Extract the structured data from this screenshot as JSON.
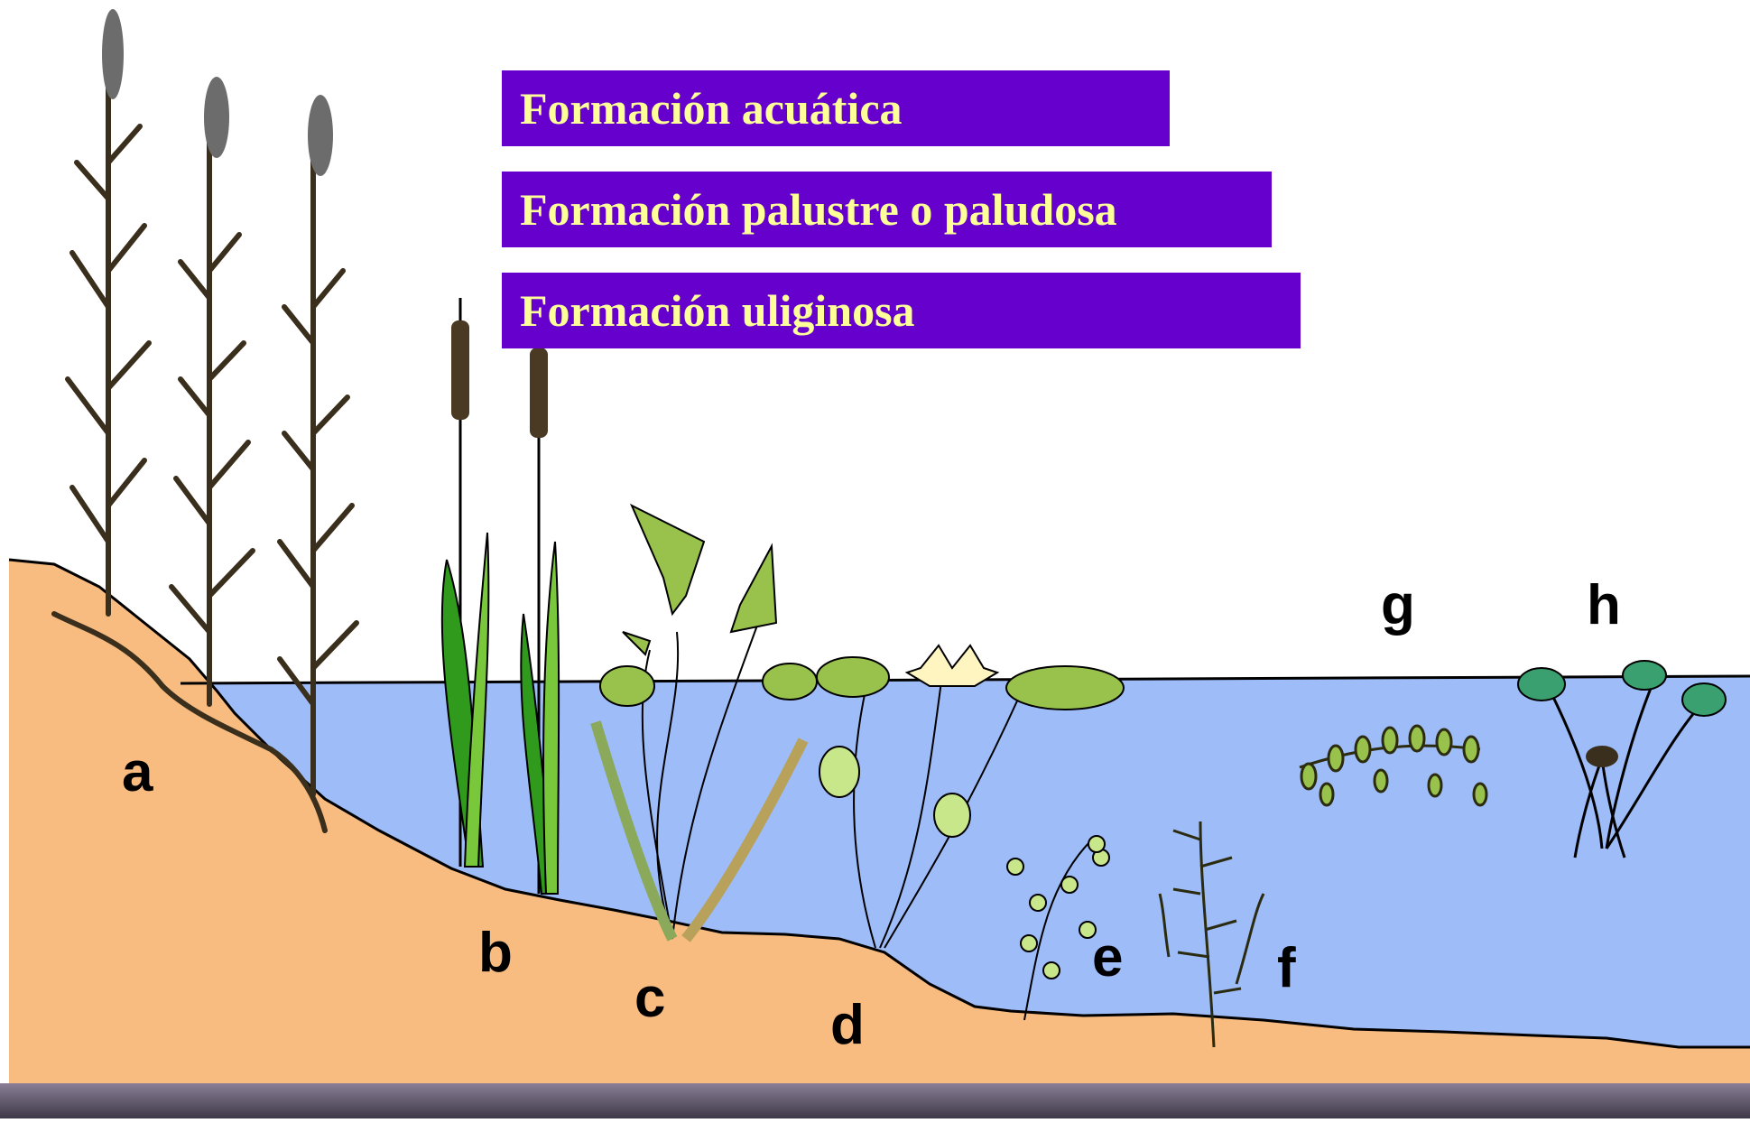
{
  "banners": [
    {
      "text": "Formación acuática"
    },
    {
      "text": "Formación palustre o paludosa"
    },
    {
      "text": "Formación uliginosa"
    }
  ],
  "zone_labels": [
    "a",
    "b",
    "c",
    "d",
    "e",
    "f",
    "g",
    "h"
  ],
  "colors": {
    "banner_bg": "#6600cc",
    "banner_text": "#ffff99",
    "soil": "#f8bb80",
    "water": "#9ebcf8",
    "plant_dark": "#3a2e1c",
    "leaf_green": "#99c24d",
    "reed_green": "#2f9a1c"
  }
}
